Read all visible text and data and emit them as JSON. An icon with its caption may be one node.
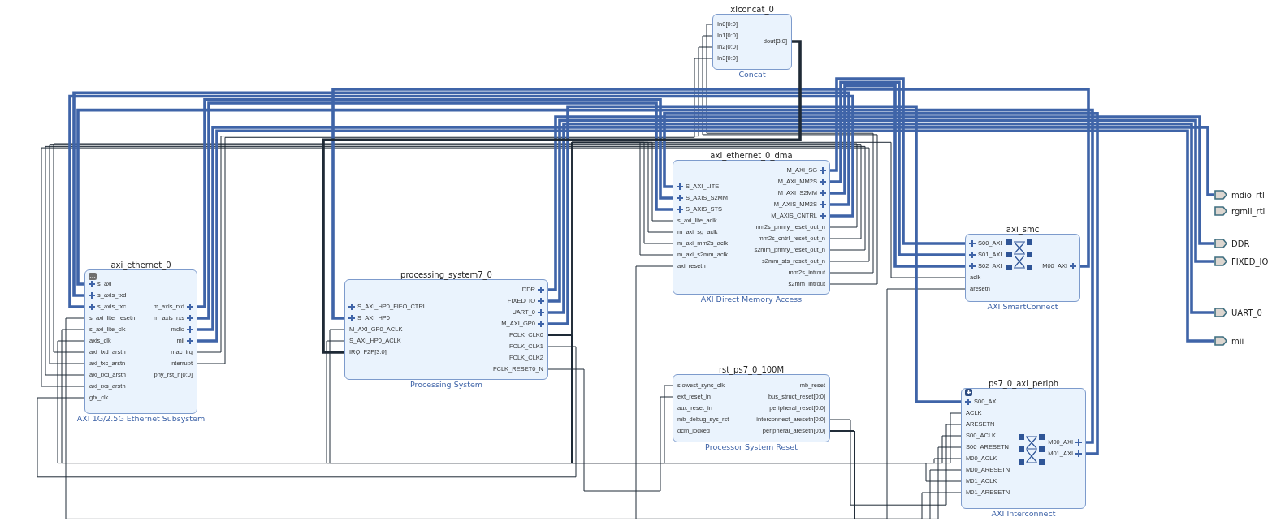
{
  "diagram": {
    "nodes": [
      {
        "text": [
          "xlconcat_0"
        ],
        "beside": [
          "Concat"
        ]
      },
      {
        "text": [
          "In0[0:0]"
        ],
        "in": 0
      },
      {
        "text": [
          "In1[0:0]"
        ],
        "in": 0
      },
      {
        "text": [
          "In2[0:0]"
        ],
        "in": 0
      },
      {
        "text": [
          "In3[0:0]"
        ],
        "in": 0
      },
      {
        "text": [
          "dout[3:0]"
        ],
        "in": 0
      },
      {
        "text": [
          "axi_ethernet_0_dma"
        ],
        "beside": [
          "AXI Direct Memory Access"
        ]
      },
      {
        "text": [
          "S_AXI_LITE"
        ],
        "in": 6
      },
      {
        "text": [
          "S_AXIS_S2MM"
        ],
        "in": 6
      },
      {
        "text": [
          "S_AXIS_STS"
        ],
        "in": 6
      },
      {
        "text": [
          "s_axi_lite_aclk"
        ],
        "in": 6
      },
      {
        "text": [
          "m_axi_sg_aclk"
        ],
        "in": 6
      },
      {
        "text": [
          "m_axi_mm2s_aclk"
        ],
        "in": 6
      },
      {
        "text": [
          "m_axi_s2mm_aclk"
        ],
        "in": 6
      },
      {
        "text": [
          "axi_resetn"
        ],
        "in": 6
      },
      {
        "text": [
          "M_AXI_SG"
        ],
        "in": 6
      },
      {
        "text": [
          "M_AXI_MM2S"
        ],
        "in": 6
      },
      {
        "text": [
          "M_AXI_S2MM"
        ],
        "in": 6
      },
      {
        "text": [
          "M_AXIS_MM2S"
        ],
        "in": 6
      },
      {
        "text": [
          "M_AXIS_CNTRL"
        ],
        "in": 6
      },
      {
        "text": [
          "mm2s_prmry_reset_out_n"
        ],
        "in": 6
      },
      {
        "text": [
          "mm2s_cntrl_reset_out_n"
        ],
        "in": 6
      },
      {
        "text": [
          "s2mm_prmry_reset_out_n"
        ],
        "in": 6
      },
      {
        "text": [
          "s2mm_sts_reset_out_n"
        ],
        "in": 6
      },
      {
        "text": [
          "mm2s_introut"
        ],
        "in": 6
      },
      {
        "text": [
          "s2mm_introut"
        ],
        "in": 6
      },
      {
        "text": [
          "axi_smc"
        ],
        "beside": [
          "AXI SmartConnect"
        ]
      },
      {
        "text": [
          "S00_AXI"
        ],
        "in": 26
      },
      {
        "text": [
          "S01_AXI"
        ],
        "in": 26
      },
      {
        "text": [
          "S02_AXI"
        ],
        "in": 26
      },
      {
        "text": [
          "aclk"
        ],
        "in": 26
      },
      {
        "text": [
          "aresetn"
        ],
        "in": 26
      },
      {
        "text": [
          "M00_AXI"
        ],
        "in": 26
      },
      {
        "text": [
          "axi_ethernet_0"
        ],
        "beside": [
          "AXI 1G/2.5G Ethernet Subsystem"
        ]
      },
      {
        "text": [
          "s_axi"
        ],
        "in": 33
      },
      {
        "text": [
          "s_axis_txd"
        ],
        "in": 33
      },
      {
        "text": [
          "s_axis_txc"
        ],
        "in": 33
      },
      {
        "text": [
          "s_axi_lite_resetn"
        ],
        "in": 33
      },
      {
        "text": [
          "s_axi_lite_clk"
        ],
        "in": 33
      },
      {
        "text": [
          "axis_clk"
        ],
        "in": 33
      },
      {
        "text": [
          "axi_txd_arstn"
        ],
        "in": 33
      },
      {
        "text": [
          "axi_txc_arstn"
        ],
        "in": 33
      },
      {
        "text": [
          "axi_rxd_arstn"
        ],
        "in": 33
      },
      {
        "text": [
          "axi_rxs_arstn"
        ],
        "in": 33
      },
      {
        "text": [
          "gtx_clk"
        ],
        "in": 33
      },
      {
        "text": [
          "m_axis_rxd"
        ],
        "in": 33
      },
      {
        "text": [
          "m_axis_rxs"
        ],
        "in": 33
      },
      {
        "text": [
          "mdio"
        ],
        "in": 33
      },
      {
        "text": [
          "mii"
        ],
        "in": 33
      },
      {
        "text": [
          "mac_irq"
        ],
        "in": 33
      },
      {
        "text": [
          "interrupt"
        ],
        "in": 33
      },
      {
        "text": [
          "phy_rst_n[0:0]"
        ],
        "in": 33
      },
      {
        "text": [
          "processing_system7_0"
        ],
        "beside": [
          "Processing System"
        ]
      },
      {
        "text": [
          "S_AXI_HP0_FIFO_CTRL"
        ],
        "in": 52
      },
      {
        "text": [
          "S_AXI_HP0"
        ],
        "in": 52
      },
      {
        "text": [
          "M_AXI_GP0_ACLK"
        ],
        "in": 52
      },
      {
        "text": [
          "S_AXI_HP0_ACLK"
        ],
        "in": 52
      },
      {
        "text": [
          "IRQ_F2P[3:0]"
        ],
        "in": 52
      },
      {
        "text": [
          "DDR"
        ],
        "in": 52
      },
      {
        "text": [
          "FIXED_IO"
        ],
        "in": 52
      },
      {
        "text": [
          "UART_0"
        ],
        "in": 52
      },
      {
        "text": [
          "M_AXI_GP0"
        ],
        "in": 52
      },
      {
        "text": [
          "FCLK_CLK0"
        ],
        "in": 52
      },
      {
        "text": [
          "FCLK_CLK1"
        ],
        "in": 52
      },
      {
        "text": [
          "FCLK_CLK2"
        ],
        "in": 52
      },
      {
        "text": [
          "FCLK_RESET0_N"
        ],
        "in": 52
      },
      {
        "text": [
          "rst_ps7_0_100M"
        ],
        "beside": [
          "Processor System Reset"
        ]
      },
      {
        "text": [
          "slowest_sync_clk"
        ],
        "in": 66
      },
      {
        "text": [
          "ext_reset_in"
        ],
        "in": 66
      },
      {
        "text": [
          "aux_reset_in"
        ],
        "in": 66
      },
      {
        "text": [
          "mb_debug_sys_rst"
        ],
        "in": 66
      },
      {
        "text": [
          "dcm_locked"
        ],
        "in": 66
      },
      {
        "text": [
          "mb_reset"
        ],
        "in": 66
      },
      {
        "text": [
          "bus_struct_reset[0:0]"
        ],
        "in": 66
      },
      {
        "text": [
          "peripheral_reset[0:0]"
        ],
        "in": 66
      },
      {
        "text": [
          "interconnect_aresetn[0:0]"
        ],
        "in": 66
      },
      {
        "text": [
          "peripheral_aresetn[0:0]"
        ],
        "in": 66
      },
      {
        "text": [
          "ps7_0_axi_periph"
        ],
        "beside": [
          "AXI Interconnect"
        ]
      },
      {
        "text": [
          "S00_AXI"
        ],
        "in": 77
      },
      {
        "text": [
          "ACLK"
        ],
        "in": 77
      },
      {
        "text": [
          "ARESETN"
        ],
        "in": 77
      },
      {
        "text": [
          "S00_ACLK"
        ],
        "in": 77
      },
      {
        "text": [
          "S00_ARESETN"
        ],
        "in": 77
      },
      {
        "text": [
          "M00_ACLK"
        ],
        "in": 77
      },
      {
        "text": [
          "M00_ARESETN"
        ],
        "in": 77
      },
      {
        "text": [
          "M01_ACLK"
        ],
        "in": 77
      },
      {
        "text": [
          "M01_ARESETN"
        ],
        "in": 77
      },
      {
        "text": [
          "M00_AXI"
        ],
        "in": 77
      },
      {
        "text": [
          "M01_AXI"
        ],
        "in": 77
      },
      {
        "text": [
          "mdio_rtl"
        ]
      },
      {
        "text": [
          "rgmii_rtl"
        ]
      },
      {
        "text": [
          "DDR"
        ]
      },
      {
        "text": [
          "FIXED_IO"
        ]
      },
      {
        "text": [
          "UART_0"
        ]
      },
      {
        "text": [
          "mii"
        ]
      }
    ],
    "edges": [
      {
        "from": 15,
        "to": 27,
        "arrow": "none",
        "style": "thick",
        "color": "#3f64a8"
      },
      {
        "from": 16,
        "to": 28,
        "arrow": "none",
        "style": "thick",
        "color": "#3f64a8"
      },
      {
        "from": 17,
        "to": 29,
        "arrow": "none",
        "style": "thick",
        "color": "#3f64a8"
      },
      {
        "from": 32,
        "to": 54,
        "arrow": "none",
        "style": "thick",
        "color": "#3f64a8"
      },
      {
        "from": 18,
        "to": 35,
        "arrow": "none",
        "style": "thick",
        "color": "#3f64a8"
      },
      {
        "from": 19,
        "to": 36,
        "arrow": "none",
        "style": "thick",
        "color": "#3f64a8"
      },
      {
        "from": 45,
        "to": 8,
        "arrow": "none",
        "style": "thick",
        "color": "#3f64a8"
      },
      {
        "from": 46,
        "to": 9,
        "arrow": "none",
        "style": "thick",
        "color": "#3f64a8"
      },
      {
        "from": 61,
        "to": 78,
        "arrow": "none",
        "style": "thick",
        "color": "#3f64a8"
      },
      {
        "from": 87,
        "to": 34,
        "arrow": "none",
        "style": "thick",
        "color": "#3f64a8"
      },
      {
        "from": 88,
        "to": 7,
        "arrow": "none",
        "style": "thick",
        "color": "#3f64a8"
      },
      {
        "from": 58,
        "to": 91,
        "arrow": "none",
        "style": "thick",
        "color": "#3f64a8"
      },
      {
        "from": 59,
        "to": 92,
        "arrow": "none",
        "style": "thick",
        "color": "#3f64a8"
      },
      {
        "from": 60,
        "to": 93,
        "arrow": "none",
        "style": "thick",
        "color": "#3f64a8"
      },
      {
        "from": 47,
        "to": 89,
        "arrow": "none",
        "style": "thick",
        "color": "#3f64a8"
      },
      {
        "from": 48,
        "to": 94,
        "arrow": "none",
        "style": "thick",
        "color": "#3f64a8"
      },
      {
        "from": 24,
        "to": 1,
        "arrow": "none"
      },
      {
        "from": 25,
        "to": 2,
        "arrow": "none"
      },
      {
        "from": 49,
        "to": 3,
        "arrow": "none"
      },
      {
        "from": 50,
        "to": 4,
        "arrow": "none"
      },
      {
        "from": 5,
        "to": 57,
        "arrow": "none",
        "style": "thick"
      },
      {
        "from": 62,
        "to": 38,
        "arrow": "none"
      },
      {
        "from": 62,
        "to": 39,
        "arrow": "none"
      },
      {
        "from": 62,
        "to": 10,
        "arrow": "none"
      },
      {
        "from": 62,
        "to": 11,
        "arrow": "none"
      },
      {
        "from": 62,
        "to": 12,
        "arrow": "none"
      },
      {
        "from": 62,
        "to": 13,
        "arrow": "none"
      },
      {
        "from": 62,
        "to": 30,
        "arrow": "none"
      },
      {
        "from": 62,
        "to": 55,
        "arrow": "none"
      },
      {
        "from": 62,
        "to": 56,
        "arrow": "none"
      },
      {
        "from": 62,
        "to": 67,
        "arrow": "none"
      },
      {
        "from": 62,
        "to": 79,
        "arrow": "none"
      },
      {
        "from": 62,
        "to": 81,
        "arrow": "none"
      },
      {
        "from": 62,
        "to": 83,
        "arrow": "none"
      },
      {
        "from": 62,
        "to": 85,
        "arrow": "none"
      },
      {
        "from": 63,
        "to": 44,
        "arrow": "none"
      },
      {
        "from": 65,
        "to": 68,
        "arrow": "none"
      },
      {
        "from": 75,
        "to": 80,
        "arrow": "none"
      },
      {
        "from": 76,
        "to": 14,
        "arrow": "none"
      },
      {
        "from": 76,
        "to": 31,
        "arrow": "none"
      },
      {
        "from": 76,
        "to": 37,
        "arrow": "none"
      },
      {
        "from": 76,
        "to": 82,
        "arrow": "none"
      },
      {
        "from": 76,
        "to": 84,
        "arrow": "none"
      },
      {
        "from": 76,
        "to": 86,
        "arrow": "none"
      },
      {
        "from": 20,
        "to": 40,
        "arrow": "none"
      },
      {
        "from": 21,
        "to": 41,
        "arrow": "none"
      },
      {
        "from": 22,
        "to": 42,
        "arrow": "none"
      },
      {
        "from": 23,
        "to": 43,
        "arrow": "none"
      }
    ]
  }
}
